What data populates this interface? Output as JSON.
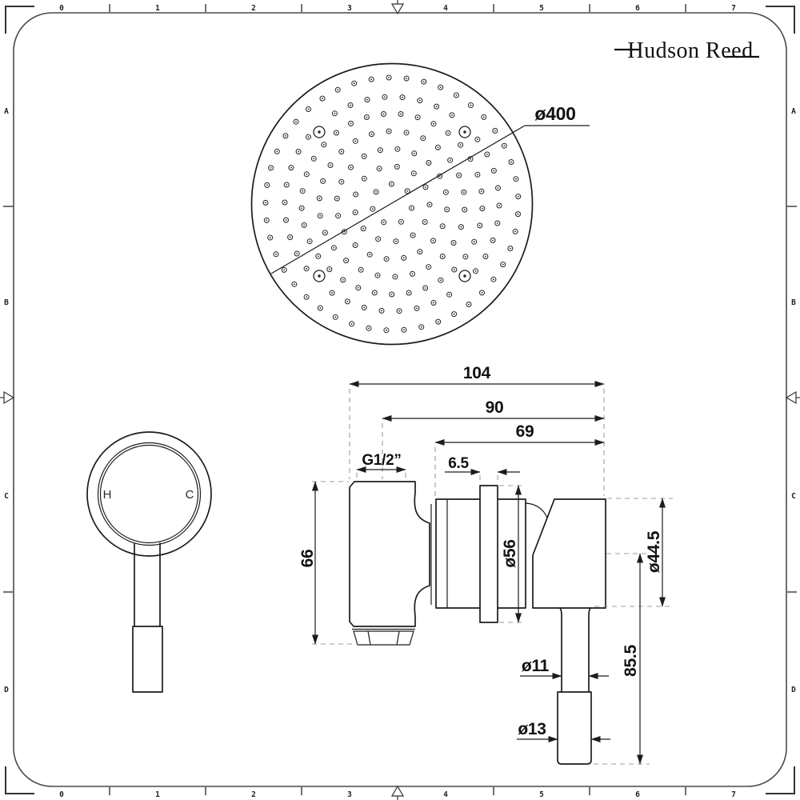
{
  "brand": {
    "logo_text": "Hudson Reed"
  },
  "rulers": {
    "horizontal_labels": [
      "0",
      "1",
      "2",
      "3",
      "4",
      "5",
      "6",
      "7"
    ],
    "vertical_labels": [
      "A",
      "B",
      "C",
      "D"
    ]
  },
  "shower_head": {
    "diameter_label": "ø400",
    "nozzle_rings": [
      {
        "r": 25,
        "n": 7,
        "a0": 0.2
      },
      {
        "r": 47,
        "n": 13,
        "a0": 0.5
      },
      {
        "r": 69,
        "n": 20,
        "a0": 0.1
      },
      {
        "r": 91,
        "n": 26,
        "a0": 0.32
      },
      {
        "r": 113,
        "n": 33,
        "a0": 0.05
      },
      {
        "r": 134,
        "n": 38,
        "a0": 0.18
      },
      {
        "r": 158,
        "n": 45,
        "a0": 0.08
      }
    ],
    "screw_offsets": [
      [
        -91,
        -90
      ],
      [
        91,
        -90
      ],
      [
        -91,
        90
      ],
      [
        91,
        90
      ]
    ]
  },
  "valve_side_view": {
    "dimensions": {
      "overall_width": "104",
      "width_to_plate": "90",
      "width_to_cartridge": "69",
      "inlet_thread": "G1/2”",
      "flange_width": "6.5",
      "body_height": "66",
      "cartridge_diameter": "ø56",
      "handle_diameter": "ø44.5",
      "outlet_length": "85.5",
      "pipe_diameter": "ø11",
      "tube_diameter": "ø13"
    }
  },
  "valve_front_view": {
    "hot_label": "H",
    "cold_label": "C"
  }
}
